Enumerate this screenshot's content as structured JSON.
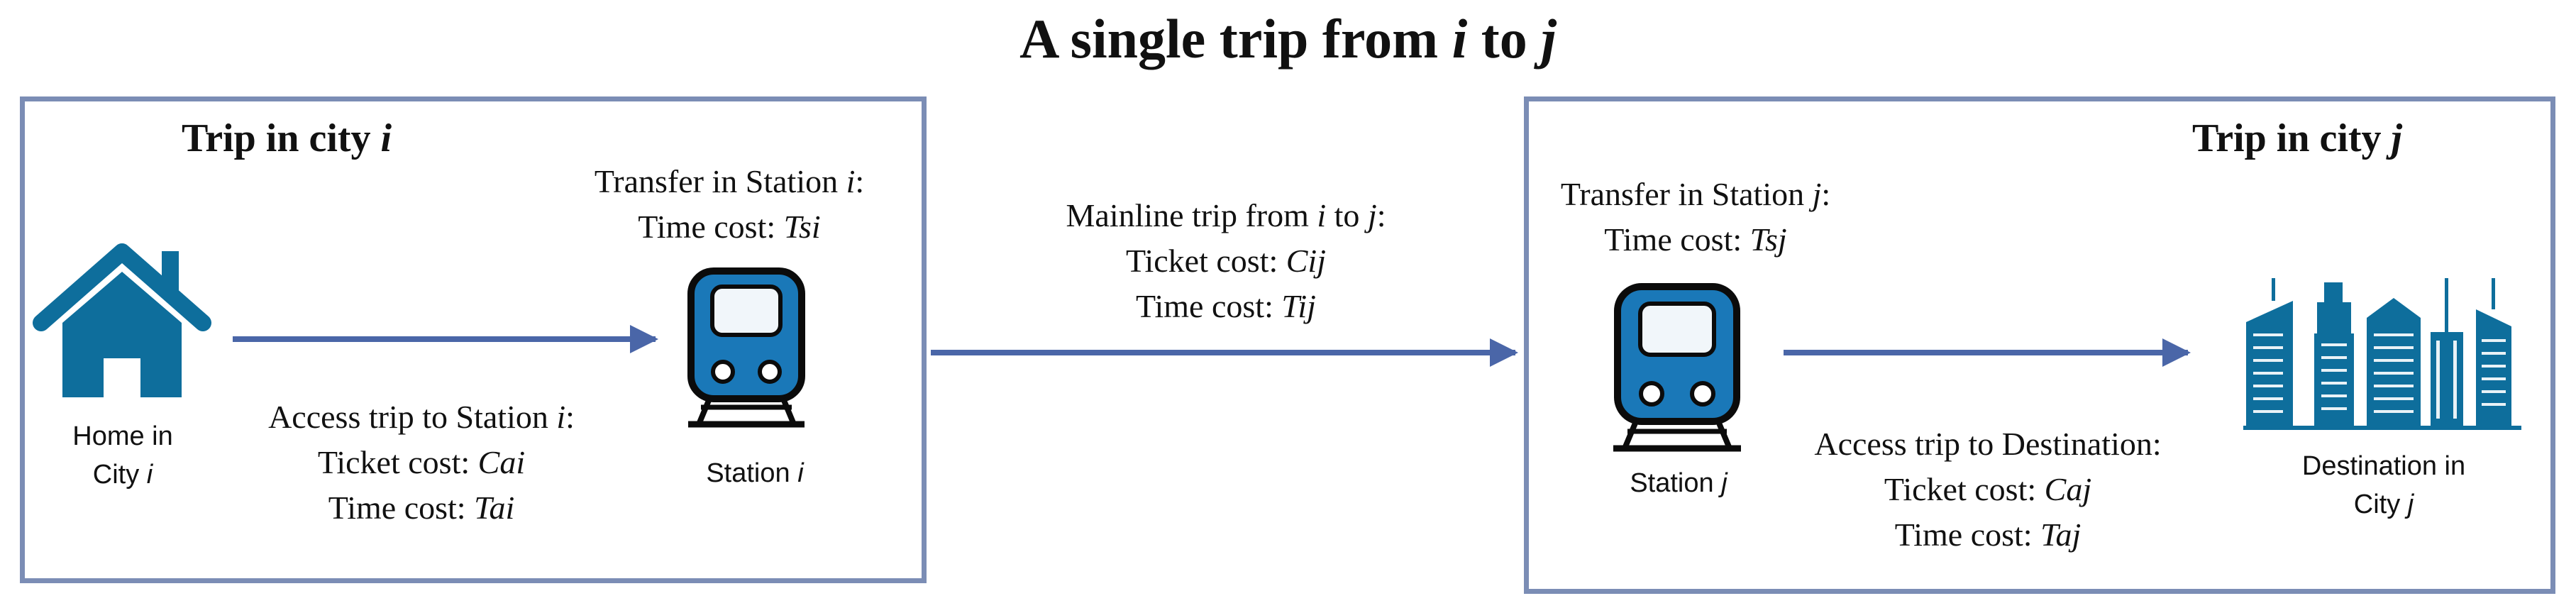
{
  "title": {
    "prefix": "A single trip from ",
    "from": "i",
    "mid": " to ",
    "to": "j"
  },
  "left_panel": {
    "heading": {
      "prefix": "Trip in city ",
      "var": "i"
    },
    "home_label": {
      "line1": "Home in",
      "line2_prefix": "City ",
      "var": "i"
    },
    "station_label": {
      "prefix": "Station ",
      "var": "i"
    },
    "transfer": {
      "line1_prefix": "Transfer in Station ",
      "var": "i",
      "line1_suffix": ":",
      "line2_prefix": "Time cost: ",
      "line2_var": "Tsi"
    },
    "access": {
      "line1_prefix": "Access trip to Station ",
      "var": "i",
      "line1_suffix": ":",
      "ticket_prefix": "Ticket cost:  ",
      "ticket_var": "Cai",
      "time_prefix": "Time cost: ",
      "time_var": "Tai"
    }
  },
  "mainline": {
    "line1_prefix": "Mainline trip from ",
    "from": "i",
    "mid": " to ",
    "to": "j",
    "line1_suffix": ":",
    "ticket_prefix": "Ticket cost:  ",
    "ticket_var": "Cij",
    "time_prefix": "Time cost: ",
    "time_var": "Tij"
  },
  "right_panel": {
    "heading": {
      "prefix": "Trip in city ",
      "var": "j"
    },
    "station_label": {
      "prefix": "Station ",
      "var": "j"
    },
    "dest_label": {
      "line1": "Destination in",
      "line2_prefix": "City ",
      "var": "j"
    },
    "transfer": {
      "line1_prefix": "Transfer in Station ",
      "var": "j",
      "line1_suffix": ":",
      "line2_prefix": "Time cost: ",
      "line2_var": "Tsj"
    },
    "access": {
      "line1": "Access trip to Destination:",
      "ticket_prefix": "Ticket cost:  ",
      "ticket_var": "Caj",
      "time_prefix": "Time cost: ",
      "time_var": "Taj"
    }
  },
  "colors": {
    "icon_blue": "#0e6e9c",
    "train_blue": "#1a78b8",
    "arrow": "#4a66a8",
    "panel_border": "#7b8db5"
  }
}
